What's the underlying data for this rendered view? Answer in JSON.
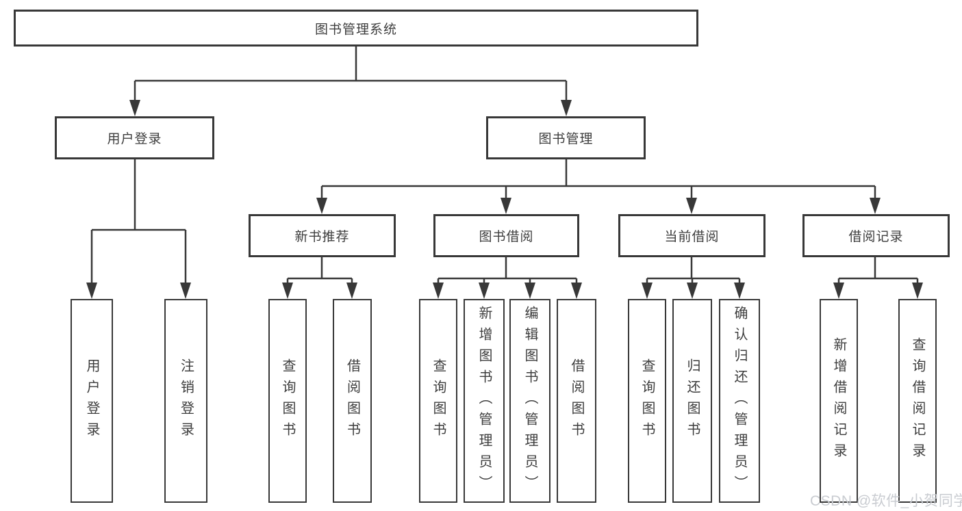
{
  "nodes": {
    "root": "图书管理系统",
    "user_login": "用户登录",
    "book_mgmt": "图书管理",
    "new_books": "新书推荐",
    "book_borrow": "图书借阅",
    "current_borrow": "当前借阅",
    "borrow_records": "借阅记录",
    "ul_login": "用户登录",
    "ul_logout": "注销登录",
    "nb_query_books": "查询图书",
    "nb_borrow_books": "借阅图书",
    "bb_query_books": "查询图书",
    "bb_add_books": "新增图书（管理员）",
    "bb_edit_books": "编辑图书（管理员）",
    "bb_borrow_books": "借阅图书",
    "cb_query_books": "查询图书",
    "cb_return_books": "归还图书",
    "cb_confirm_return": "确认归还（管理员）",
    "br_add_record": "新增借阅记录",
    "br_query_record": "查询借阅记录"
  },
  "watermark": "CSDN @软件_小贺同学",
  "colors": {
    "line": "#383838",
    "text": "#3d3d3d",
    "watermark": "#c9ccd1",
    "background": "#ffffff"
  }
}
